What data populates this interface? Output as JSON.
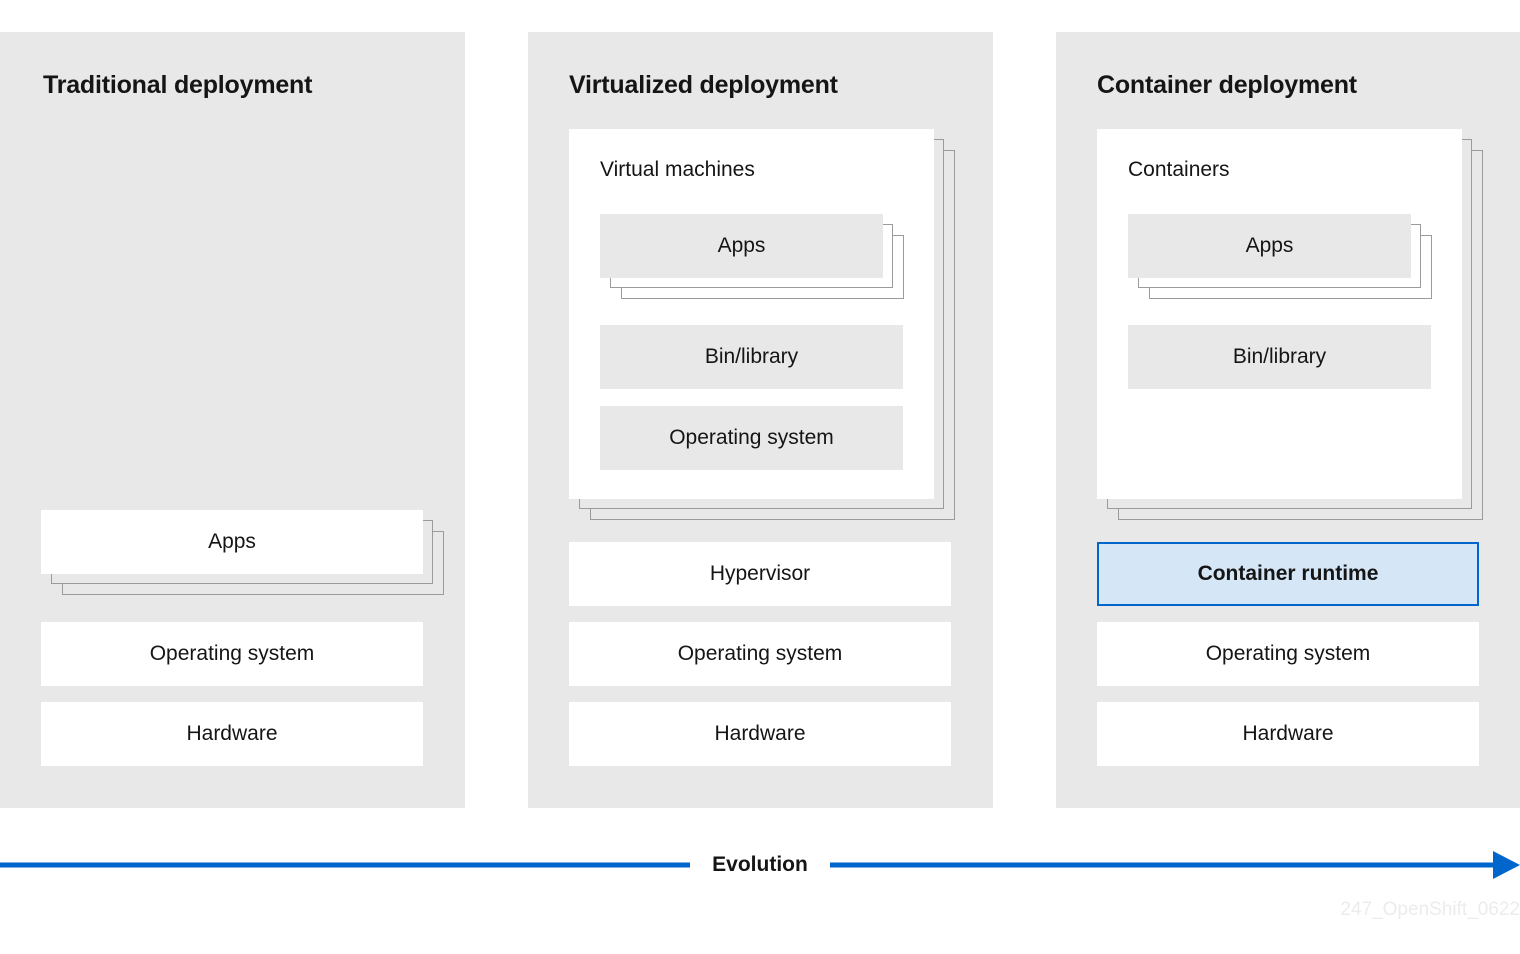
{
  "diagram": {
    "title_hidden": "",
    "columns": [
      {
        "id": "traditional",
        "title": "Traditional deployment",
        "stack": [
          {
            "label": "Apps",
            "type": "stacked-white"
          },
          {
            "label": "Operating system",
            "type": "plain-white"
          },
          {
            "label": "Hardware",
            "type": "plain-white"
          }
        ]
      },
      {
        "id": "virtualized",
        "title": "Virtualized deployment",
        "panel": {
          "title": "Virtual machines",
          "items": [
            {
              "label": "Apps",
              "type": "stacked-grey"
            },
            {
              "label": "Bin/library",
              "type": "plain-grey"
            },
            {
              "label": "Operating system",
              "type": "plain-grey"
            }
          ]
        },
        "stack": [
          {
            "label": "Hypervisor",
            "type": "plain-white"
          },
          {
            "label": "Operating system",
            "type": "plain-white"
          },
          {
            "label": "Hardware",
            "type": "plain-white"
          }
        ]
      },
      {
        "id": "container",
        "title": "Container deployment",
        "panel": {
          "title": "Containers",
          "items": [
            {
              "label": "Apps",
              "type": "stacked-grey"
            },
            {
              "label": "Bin/library",
              "type": "plain-grey"
            }
          ]
        },
        "stack": [
          {
            "label": "Container runtime",
            "type": "highlight"
          },
          {
            "label": "Operating system",
            "type": "plain-white"
          },
          {
            "label": "Hardware",
            "type": "plain-white"
          }
        ]
      }
    ],
    "axis": {
      "label": "Evolution",
      "direction": "left-to-right",
      "color": "#0066cc"
    },
    "watermark": "247_OpenShift_0622",
    "colors": {
      "column_background": "#e8e8e8",
      "box_white": "#ffffff",
      "box_grey": "#e8e8e8",
      "highlight_fill": "#d5e6f7",
      "highlight_border": "#0066cc",
      "ghost_border": "#9b9b9b",
      "text": "#151515",
      "watermark": "#ececec"
    }
  }
}
